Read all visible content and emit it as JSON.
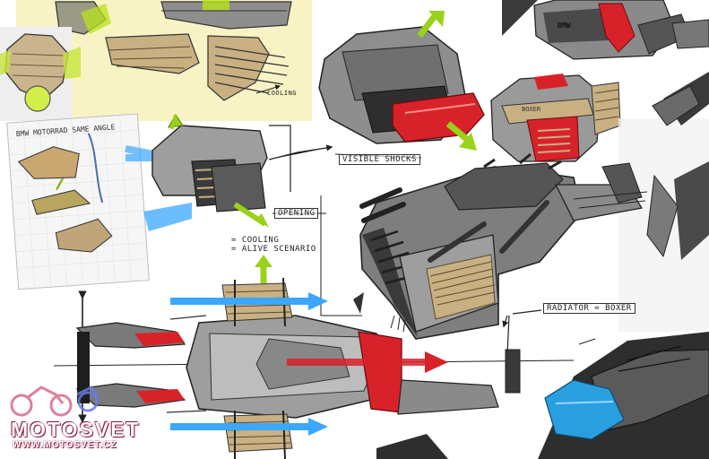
{
  "annotations": {
    "cooling_small": "COOLING",
    "visible_shocks": "VISIBLE SHOCKS",
    "opening": "OPENING",
    "legend_cooling": "= COOLING",
    "legend_alive": "= ALIVE SCENARIO",
    "radiator_boxer": "RADIATOR = BOXER",
    "bmw_tag_top": "BMW",
    "boxer_tag": "BOXER",
    "card_text": "BMW MOTORRAD SAME ANGLE"
  },
  "watermark": {
    "name": "MOTOSVET",
    "url": "WWW.MOTOSVET.CZ"
  },
  "colors": {
    "accent_red": "#d8222a",
    "accent_blue": "#2a9fe0",
    "accent_green": "#b8e21a",
    "paper_yellow": "#f7f3c4",
    "body_grey": "#8a8a8a",
    "dark_grey": "#3a3a3a"
  }
}
